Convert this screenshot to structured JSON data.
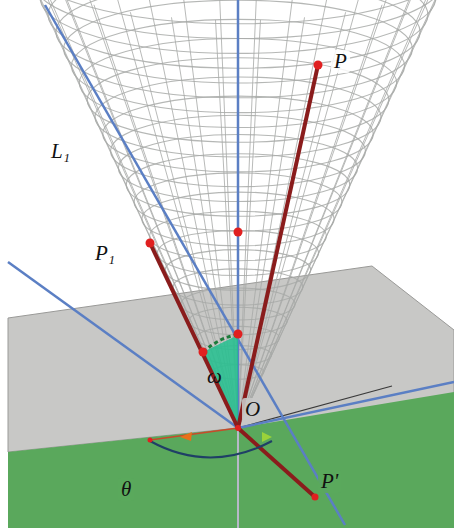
{
  "diagram": {
    "labels": [
      "P",
      "L₁",
      "P₁",
      "ω",
      "O",
      "θ",
      "P'"
    ]
  }
}
